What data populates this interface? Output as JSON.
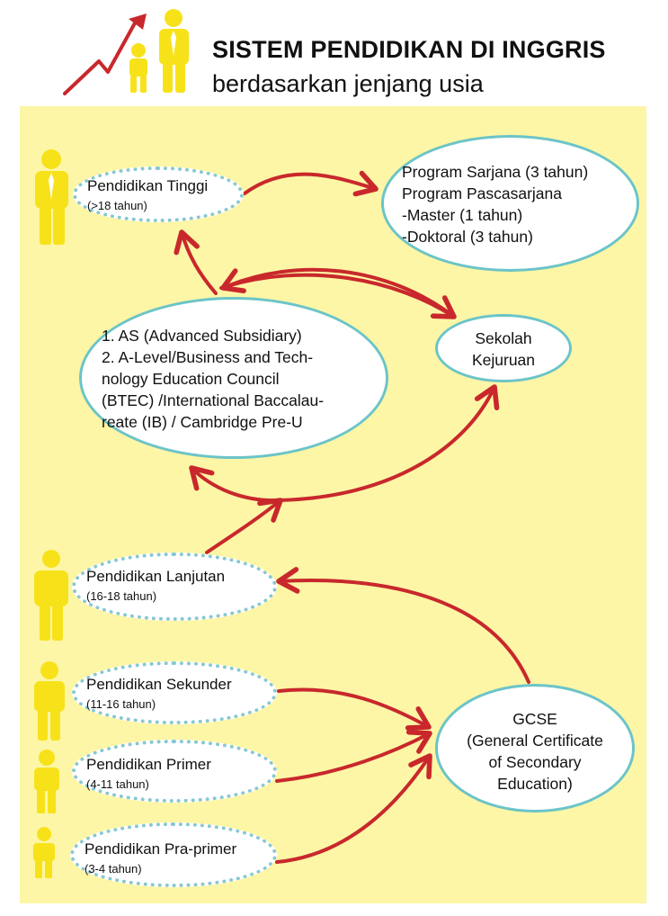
{
  "header": {
    "title": "SISTEM PENDIDIKAN DI INGGRIS",
    "subtitle": "berdasarkan jenjang usia"
  },
  "nodes": {
    "pendidikan_tinggi": {
      "label": "Pendidikan Tinggi",
      "age": "(>18 tahun)"
    },
    "program_sarjana": {
      "lines": [
        "Program Sarjana (3 tahun)",
        "Program Pascasarjana",
        "-Master (1 tahun)",
        "-Doktoral (3 tahun)"
      ]
    },
    "a_level": {
      "lines": [
        "1. AS (Advanced Subsidiary)",
        "2. A-Level/Business and Tech-",
        "nology Education Council",
        "(BTEC) /International Baccalau-",
        "reate (IB) / Cambridge Pre-U"
      ]
    },
    "sekolah_kejuruan": {
      "lines": [
        "Sekolah",
        "Kejuruan"
      ]
    },
    "pendidikan_lanjutan": {
      "label": "Pendidikan Lanjutan",
      "age": "(16-18 tahun)"
    },
    "pendidikan_sekunder": {
      "label": "Pendidikan Sekunder",
      "age": "(11-16 tahun)"
    },
    "pendidikan_primer": {
      "label": "Pendidikan Primer",
      "age": "(4-11 tahun)"
    },
    "pendidikan_pra_primer": {
      "label": "Pendidikan Pra-primer",
      "age": "(3-4 tahun)"
    },
    "gcse": {
      "lines": [
        "GCSE",
        "(General Certificate",
        "of Secondary",
        "Education)"
      ]
    }
  },
  "colors": {
    "panel_bg": "#FDF6A6",
    "arrow": "#C8282C",
    "person": "#F7E21A",
    "tie": "#FFFFFF",
    "stage_border": "#87C7D6",
    "box_border": "#6CC4C8"
  },
  "icons": {
    "header": [
      "growth-arrow-icon",
      "child-figure-icon",
      "adult-figure-icon"
    ],
    "stages": [
      "adult-with-tie-icon",
      "teen-figure-icon",
      "youth-figure-icon",
      "child-figure-icon",
      "toddler-figure-icon"
    ]
  }
}
